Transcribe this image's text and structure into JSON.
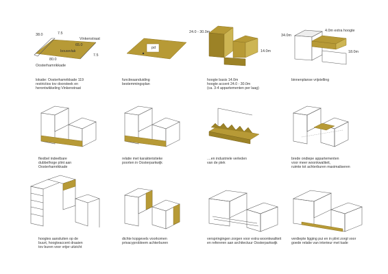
{
  "panels": [
    {
      "caption": "lokatie: Oosterhamrikkade 119\nrestrictios tov doorsteek en\nherontwikkeling Vinkenstraat",
      "labels": {
        "l1": "38.0",
        "l2": "7.5",
        "l3": "Vinkenstraat",
        "l4": "65.0",
        "l5": "bouwvlak",
        "l6": "7.5",
        "l7": "80.0",
        "l8": "Oosterhamrikkade"
      }
    },
    {
      "caption": "functieaanduiding\nbestemmingsplan",
      "labels": {
        "l1": "pd"
      }
    },
    {
      "caption": "hoogte basis 14.0m\nhoogte accent 24.0 - 30.0m\n(ca. 3-4 appartementen per laag)",
      "labels": {
        "l1": "24.0 - 30.0m",
        "l2": "14.0m"
      }
    },
    {
      "caption": "binnenplanse vrijstelling",
      "labels": {
        "l1": "34.0m",
        "l2": "4.0m extra hoogte",
        "l3": "18.0m"
      }
    },
    {
      "caption": "flexibel indeelbare\ndubbelhoge plint aan\nOosterhamrikkade"
    },
    {
      "caption": "relatie met karakteristieke\npoorten in Oosterparkwijk"
    },
    {
      "caption": "....en industriele verleden\nvan de plek"
    },
    {
      "caption": "brede ondiepe appartementen\nvoor meer woonkwaliteit,\nruimte tot achterburen maximaliseren"
    },
    {
      "caption": "hoogtes aansluiten op de\nbuurt, hoogteaccent draaien\ntov buren voor vrijer uitzicht"
    },
    {
      "caption": "dichte kopgevels voorkomen\nprivacyprobleem achterburen"
    },
    {
      "caption": "verspringingen zorgen voor extra woonkwaliteit\nen refereren aan architectuur Oosterparkwijk"
    },
    {
      "caption": "verdiepte ligging pui en in plint zorgt voor\ngoede relatie van interieur met kade"
    }
  ],
  "colors": {
    "accent": "#b79a36",
    "line": "#555555"
  }
}
